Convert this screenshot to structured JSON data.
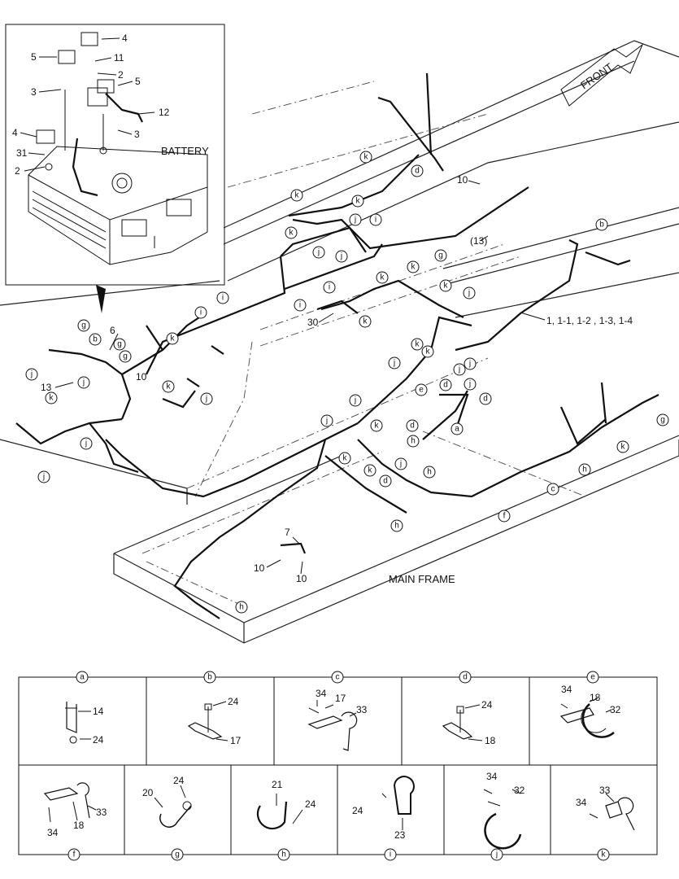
{
  "main_labels": {
    "front": "FRONT",
    "main_frame": "MAIN FRAME",
    "battery": "BATTERY",
    "harness_ref": "1, 1-1, 1-2 , 1-3, 1-4",
    "ref13": "(13)",
    "num10a": "10",
    "num10b": "10",
    "num10c": "10",
    "num10d": "10",
    "num30": "30",
    "num6": "6",
    "num13": "13",
    "num7": "7"
  },
  "battery_inset_labels": [
    "4",
    "5",
    "11",
    "2",
    "3",
    "5",
    "12",
    "3",
    "4",
    "31",
    "2"
  ],
  "callouts": [
    {
      "letter": "k"
    },
    {
      "letter": "d"
    },
    {
      "letter": "k"
    },
    {
      "letter": "k"
    },
    {
      "letter": "j"
    },
    {
      "letter": "i"
    },
    {
      "letter": "k"
    },
    {
      "letter": "g"
    },
    {
      "letter": "b"
    },
    {
      "letter": "j"
    },
    {
      "letter": "j"
    },
    {
      "letter": "i"
    },
    {
      "letter": "i"
    },
    {
      "letter": "k"
    },
    {
      "letter": "k"
    },
    {
      "letter": "k"
    },
    {
      "letter": "j"
    },
    {
      "letter": "k"
    },
    {
      "letter": "k"
    },
    {
      "letter": "i"
    },
    {
      "letter": "i"
    },
    {
      "letter": "g"
    },
    {
      "letter": "b"
    },
    {
      "letter": "g"
    },
    {
      "letter": "g"
    },
    {
      "letter": "j"
    },
    {
      "letter": "j"
    },
    {
      "letter": "j"
    },
    {
      "letter": "k"
    },
    {
      "letter": "j"
    },
    {
      "letter": "j"
    },
    {
      "letter": "e"
    },
    {
      "letter": "d"
    },
    {
      "letter": "j"
    },
    {
      "letter": "d"
    },
    {
      "letter": "j"
    },
    {
      "letter": "j"
    },
    {
      "letter": "a"
    },
    {
      "letter": "d"
    },
    {
      "letter": "h"
    },
    {
      "letter": "k"
    },
    {
      "letter": "k"
    },
    {
      "letter": "h"
    },
    {
      "letter": "j"
    },
    {
      "letter": "j"
    },
    {
      "letter": "j"
    },
    {
      "letter": "k"
    },
    {
      "letter": "f"
    },
    {
      "letter": "k"
    },
    {
      "letter": "k"
    },
    {
      "letter": "d"
    },
    {
      "letter": "h"
    },
    {
      "letter": "h"
    },
    {
      "letter": "c"
    },
    {
      "letter": "h"
    },
    {
      "letter": "k"
    },
    {
      "letter": "g"
    },
    {
      "letter": "j"
    },
    {
      "letter": "k"
    }
  ],
  "detail_panels": [
    {
      "id": "a",
      "parts": [
        "14",
        "24"
      ]
    },
    {
      "id": "b",
      "parts": [
        "24",
        "17"
      ]
    },
    {
      "id": "c",
      "parts": [
        "34",
        "17",
        "33"
      ]
    },
    {
      "id": "d",
      "parts": [
        "24",
        "18"
      ]
    },
    {
      "id": "e",
      "parts": [
        "34",
        "18",
        "32"
      ]
    },
    {
      "id": "f",
      "parts": [
        "33",
        "34",
        "18"
      ]
    },
    {
      "id": "g",
      "parts": [
        "20",
        "24"
      ]
    },
    {
      "id": "h",
      "parts": [
        "21",
        "24"
      ]
    },
    {
      "id": "i",
      "parts": [
        "24",
        "23"
      ]
    },
    {
      "id": "j",
      "parts": [
        "34",
        "32"
      ]
    },
    {
      "id": "k",
      "parts": [
        "34",
        "33"
      ]
    }
  ]
}
